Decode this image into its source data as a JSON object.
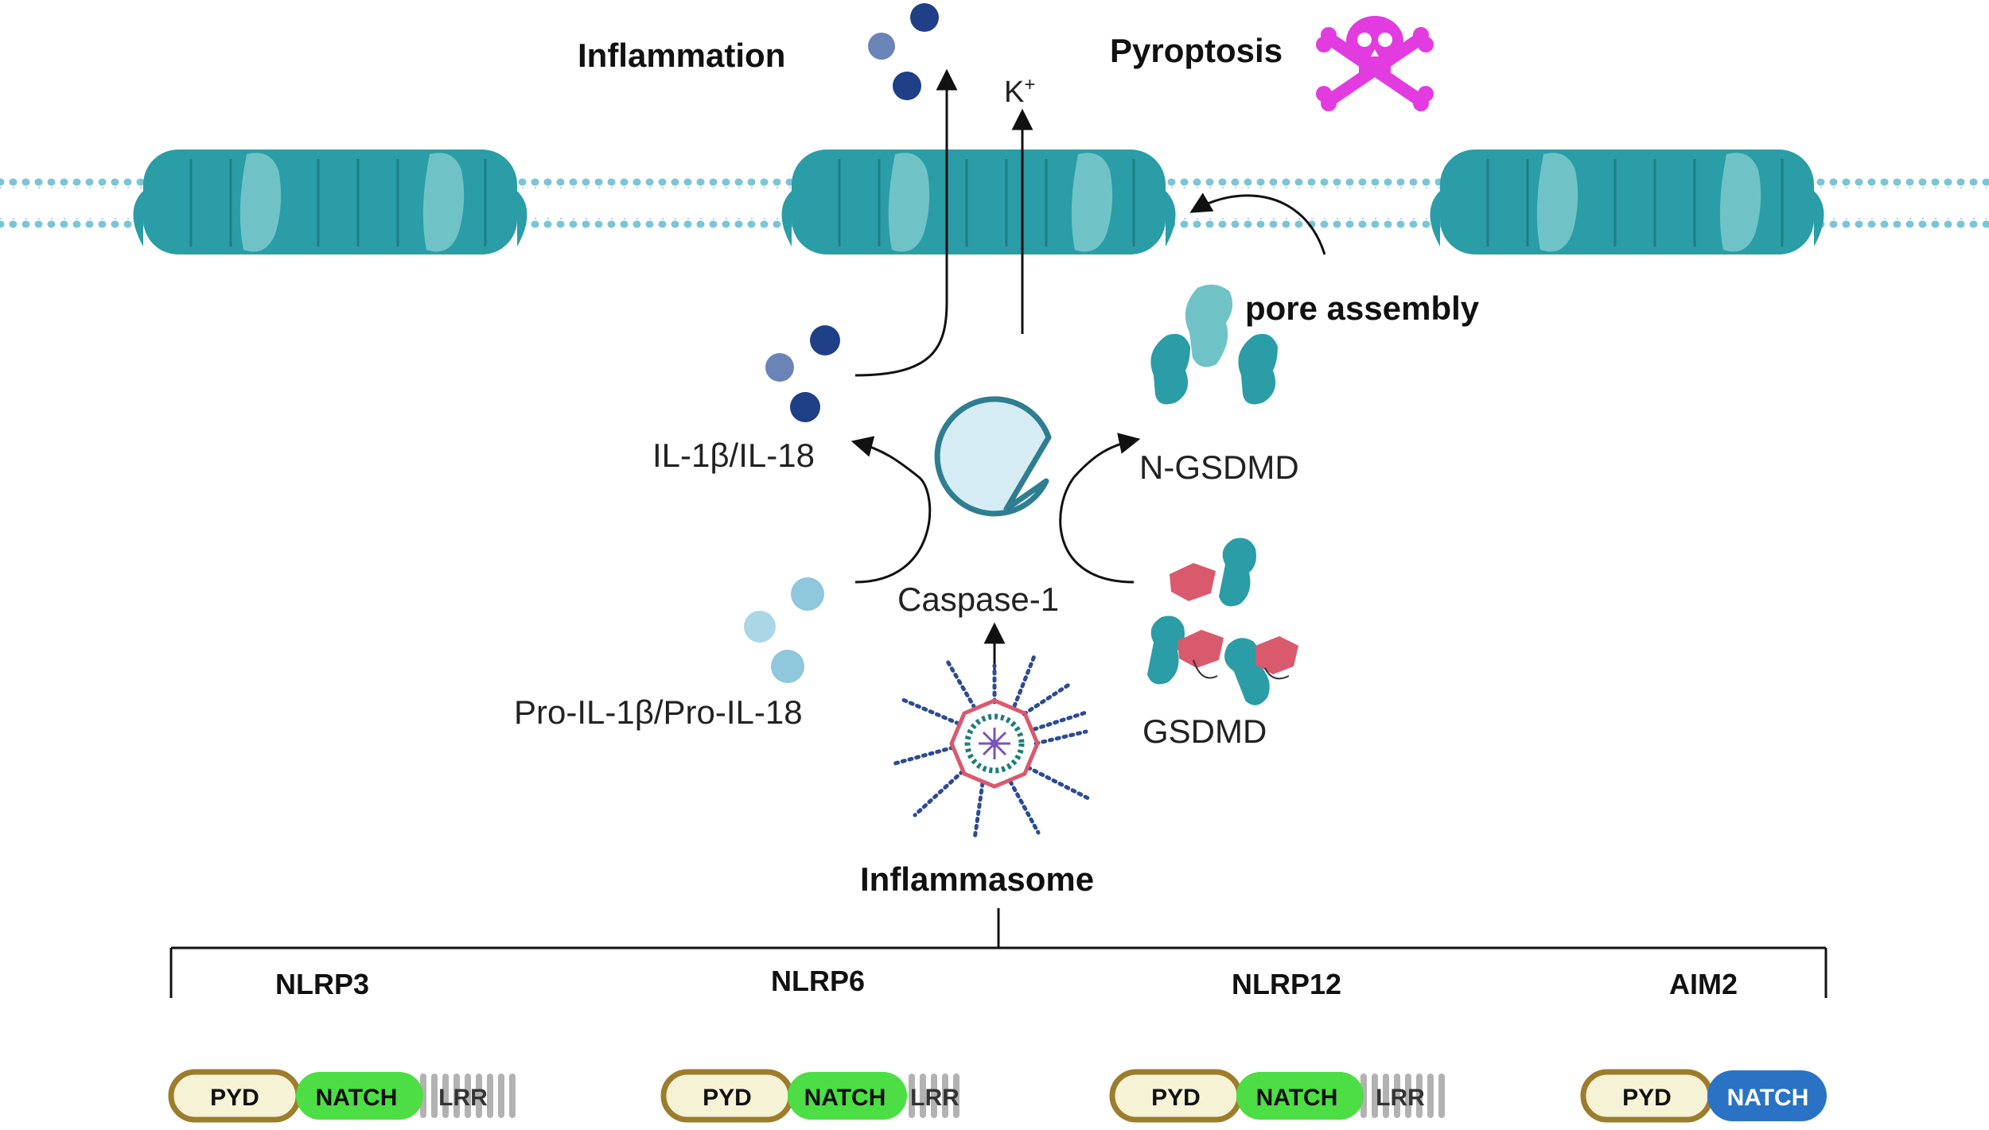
{
  "labels": {
    "inflammation": "Inflammation",
    "pyroptosis": "Pyroptosis",
    "k_ion": "K",
    "k_charge": "+",
    "pore_assembly": "pore assembly",
    "il": "IL-1β/IL-18",
    "n_gsdmd": "N-GSDMD",
    "caspase": "Caspase-1",
    "pro_il": "Pro-IL-1β/Pro-IL-18",
    "gsdmd": "GSDMD",
    "inflammasome": "Inflammasome"
  },
  "sensors": [
    {
      "name": "NLRP3",
      "domains": [
        "PYD",
        "NATCH",
        "LRR"
      ]
    },
    {
      "name": "NLRP6",
      "domains": [
        "PYD",
        "NATCH",
        "LRR"
      ]
    },
    {
      "name": "NLRP12",
      "domains": [
        "PYD",
        "NATCH",
        "LRR"
      ]
    },
    {
      "name": "AIM2",
      "domains": [
        "PYD",
        "NATCH"
      ]
    }
  ],
  "colors": {
    "membrane_dot": "#7cc4d8",
    "pore_dark": "#2a9da6",
    "pore_light": "#6fc3c6",
    "cytokine_dark": "#1f3f86",
    "cytokine_mid": "#6a84b8",
    "pro_cytokine": "#8fc7dc",
    "caspase_fill": "#d5ecf4",
    "caspase_stroke": "#2f7d90",
    "gsdmd_red": "#d9596d",
    "skull": "#e23be0",
    "pyd_fill": "#f6f2d6",
    "pyd_stroke": "#9b7d2c",
    "natch_green": "#4ddd44",
    "natch_blue": "#2a73c4",
    "lrr_gray": "#b2b2b2"
  }
}
